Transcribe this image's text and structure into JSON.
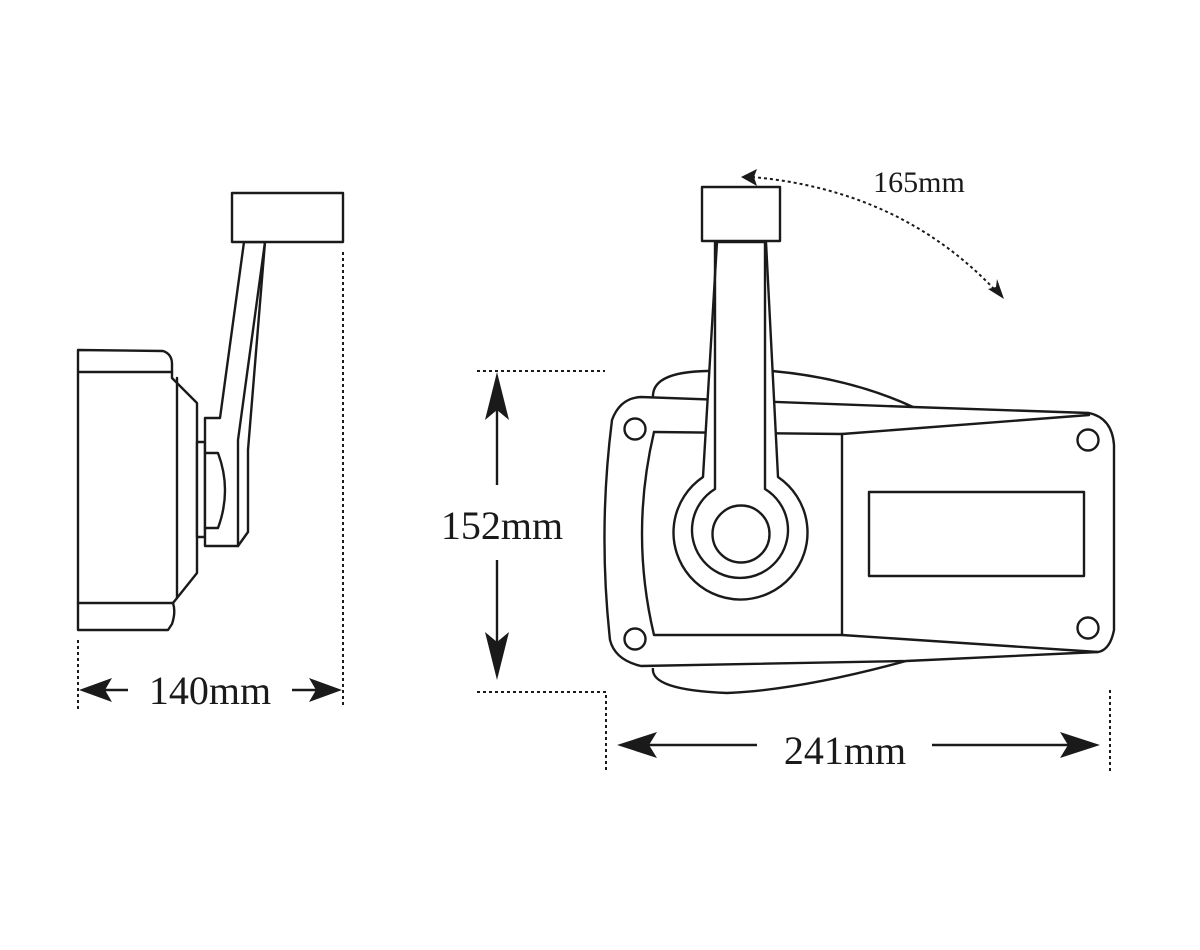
{
  "dimensions": {
    "lever_travel": "165mm",
    "height": "152mm",
    "depth": "140mm",
    "width": "241mm"
  },
  "colors": {
    "line": "#1a1a1a",
    "background": "#ffffff"
  }
}
